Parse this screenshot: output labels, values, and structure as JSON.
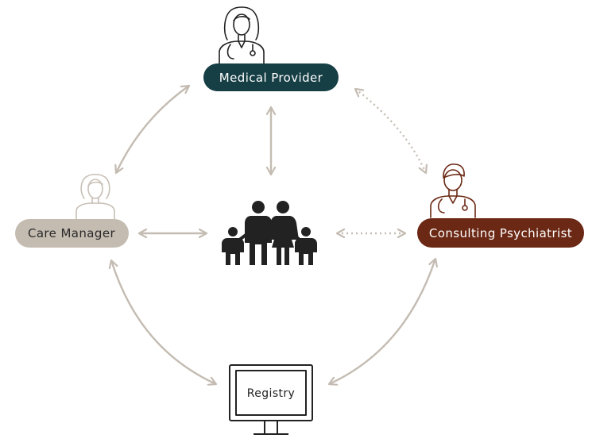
{
  "roles": {
    "medical_provider": {
      "label": "Medical Provider",
      "color": "#163e45"
    },
    "care_manager": {
      "label": "Care Manager",
      "color": "#c5bcb1"
    },
    "consulting_psychiatrist": {
      "label": "Consulting Psychiatrist",
      "color": "#6b2814"
    },
    "registry": {
      "label": "Registry"
    }
  },
  "colors": {
    "arrow": "#c4bcb2",
    "dotted_arrow": "#c4bcb2",
    "icon_dark": "#222222",
    "family": "#222222",
    "care_manager_icon": "#c8c0b6",
    "psychiatrist_icon": "#6b2814",
    "pill_text_light": "#ffffff",
    "pill_text_dark": "#2a2a2a"
  },
  "icons": {
    "medical_provider": "female-doctor-icon",
    "care_manager": "female-person-icon",
    "consulting_psychiatrist": "male-doctor-icon",
    "family": "family-icon",
    "registry": "computer-monitor-icon"
  }
}
